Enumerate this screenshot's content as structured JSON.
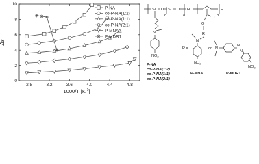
{
  "chart_data": {
    "type": "line",
    "xlabel": "1000/T [K",
    "xlabel_sup": "-1",
    "xlabel_end": "]",
    "ylabel": "Δε",
    "xlim": [
      2.6,
      5.0
    ],
    "ylim": [
      0,
      10
    ],
    "x_ticks": [
      "2.8",
      "3.2",
      "3.6",
      "4.0",
      "4.4",
      "4.8"
    ],
    "y_ticks": [
      "0",
      "2",
      "4",
      "6",
      "8",
      "10"
    ],
    "legend_position": "top-right",
    "series": [
      {
        "name": "P-NA",
        "marker": "square-open",
        "x": [
          2.75,
          3.1,
          3.3,
          3.5,
          3.7,
          3.9,
          4.05
        ],
        "y": [
          5.8,
          6.1,
          6.5,
          7.0,
          7.7,
          8.6,
          9.9
        ]
      },
      {
        "name": "co-P-NA(1:2)",
        "marker": "circle-open",
        "x": [
          2.75,
          3.0,
          3.3,
          3.6,
          3.9,
          4.2,
          4.35
        ],
        "y": [
          4.7,
          4.9,
          5.2,
          5.6,
          6.1,
          6.9,
          8.2
        ]
      },
      {
        "name": "co-P-NA(1:1)",
        "marker": "triangle-open",
        "x": [
          2.75,
          3.0,
          3.3,
          3.6,
          3.9,
          4.2,
          4.4,
          4.6
        ],
        "y": [
          3.6,
          3.7,
          3.9,
          4.2,
          4.6,
          5.1,
          5.6,
          6.5
        ]
      },
      {
        "name": "co-P-NA(2:1)",
        "marker": "diamond-open",
        "x": [
          2.75,
          3.0,
          3.3,
          3.6,
          3.9,
          4.2,
          4.5,
          4.75
        ],
        "y": [
          2.3,
          2.4,
          2.6,
          2.8,
          3.1,
          3.4,
          3.9,
          4.4
        ]
      },
      {
        "name": "P-MNA",
        "marker": "triangle-down-open",
        "x": [
          2.75,
          3.0,
          3.3,
          3.6,
          3.9,
          4.2,
          4.5,
          4.8,
          4.9
        ],
        "y": [
          1.0,
          1.1,
          1.2,
          1.35,
          1.55,
          1.8,
          2.0,
          2.3,
          2.8
        ]
      },
      {
        "name": "P-MDR1",
        "marker": "star",
        "x": [
          2.95,
          3.05,
          3.15,
          3.35
        ],
        "y": [
          8.5,
          8.4,
          8.3,
          4.0
        ]
      }
    ]
  },
  "structures": {
    "repeat_label_n": "n",
    "repeat_label_o": "o",
    "atom_si": "Si",
    "atom_o": "O",
    "atom_n": "N",
    "atom_h": "H",
    "nitro": "NO",
    "nitro_sub": "2",
    "r_label": "R =",
    "or_label": "or",
    "ester_label": "O",
    "na_names": [
      "P-NA",
      "co-P-NA(1:2)",
      "co-P-NA(1:1)",
      "co-P-NA(2:1)"
    ],
    "mna_name": "P-MNA",
    "mdr_name": "P-MDR1"
  },
  "colors": {
    "series": "#555555",
    "text": "#222222"
  }
}
